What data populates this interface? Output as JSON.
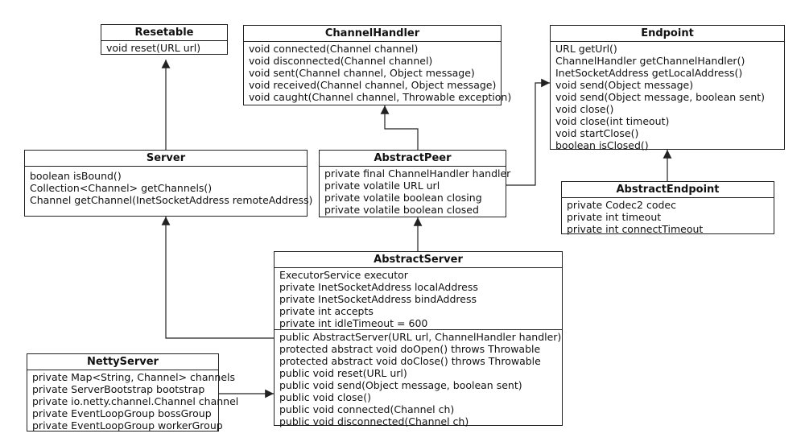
{
  "classes": {
    "resetable": {
      "name": "Resetable",
      "members": [
        "void reset(URL url)"
      ]
    },
    "channel_handler": {
      "name": "ChannelHandler",
      "members": [
        "void connected(Channel channel)",
        "void disconnected(Channel channel)",
        "void sent(Channel channel, Object message)",
        "void received(Channel channel, Object message)",
        "void caught(Channel channel, Throwable exception)"
      ]
    },
    "endpoint": {
      "name": "Endpoint",
      "members": [
        "URL getUrl()",
        "ChannelHandler getChannelHandler()",
        "InetSocketAddress getLocalAddress()",
        "void send(Object message)",
        "void send(Object message, boolean sent)",
        "void close()",
        "void close(int timeout)",
        "void startClose()",
        "boolean isClosed()"
      ]
    },
    "server": {
      "name": "Server",
      "members": [
        "boolean isBound()",
        "Collection<Channel> getChannels()",
        "Channel getChannel(InetSocketAddress remoteAddress)"
      ]
    },
    "abstract_peer": {
      "name": "AbstractPeer",
      "members": [
        "private final ChannelHandler handler",
        "private volatile URL url",
        "private volatile boolean closing",
        "private volatile boolean closed"
      ]
    },
    "abstract_endpoint": {
      "name": "AbstractEndpoint",
      "members": [
        "private Codec2 codec",
        "private int timeout",
        "private int connectTimeout"
      ]
    },
    "abstract_server": {
      "name": "AbstractServer",
      "fields": [
        "ExecutorService executor",
        "private InetSocketAddress localAddress",
        "private InetSocketAddress bindAddress",
        "private int accepts",
        "private int idleTimeout = 600"
      ],
      "methods": [
        "public AbstractServer(URL url, ChannelHandler handler)",
        "protected abstract void doOpen() throws Throwable",
        "protected abstract void doClose() throws Throwable",
        "public void reset(URL url)",
        "public void send(Object message, boolean sent)",
        "public void close()",
        "public void connected(Channel ch)",
        "public void disconnected(Channel ch)"
      ]
    },
    "netty_server": {
      "name": "NettyServer",
      "members": [
        "private Map<String, Channel> channels",
        "private ServerBootstrap bootstrap",
        "private io.netty.channel.Channel channel",
        "private EventLoopGroup bossGroup",
        "private EventLoopGroup workerGroup"
      ]
    }
  }
}
